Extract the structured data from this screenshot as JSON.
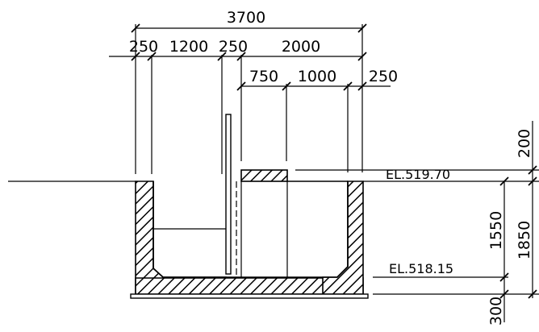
{
  "dimensions": {
    "overall_width": "3700",
    "left_wall": "250",
    "left_chamber": "1200",
    "middle_wall": "250",
    "right_part": "2000",
    "right_a": "750",
    "right_b": "1000",
    "right_wall": "250",
    "top_offset": "200",
    "depth_inner": "1550",
    "depth_total": "1850",
    "base_thickness": "300"
  },
  "elevations": {
    "top": "EL.519.70",
    "bottom": "EL.518.15"
  }
}
